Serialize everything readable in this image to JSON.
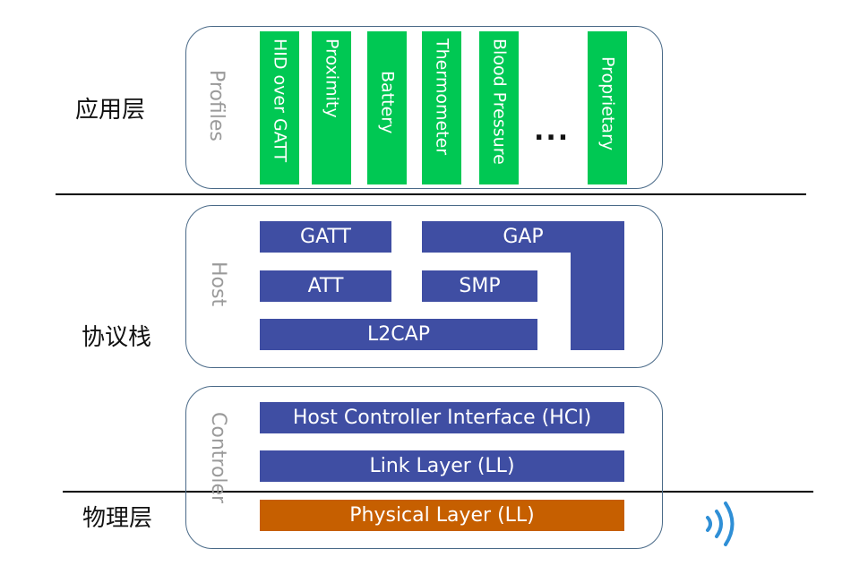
{
  "layer_labels": {
    "application": "应用层",
    "protocol_stack": "协议栈",
    "physical": "物理层"
  },
  "profiles_panel": {
    "label": "Profiles",
    "items": [
      "HID over GATT",
      "Proximity",
      "Battery",
      "Thermometer",
      "Blood Pressure",
      "Proprietary"
    ],
    "ellipsis": "...",
    "color": "#00c853"
  },
  "host_panel": {
    "label": "Host",
    "gatt": "GATT",
    "gap": "GAP",
    "att": "ATT",
    "smp": "SMP",
    "l2cap": "L2CAP",
    "color": "#3f4ea3"
  },
  "controller_panel": {
    "label": "Controler",
    "hci": "Host Controller Interface (HCI)",
    "ll": "Link  Layer (LL)",
    "phy": "Physical  Layer (LL)",
    "phy_color": "#c65f00"
  },
  "icons": {
    "wireless": "wireless-signal-icon"
  }
}
